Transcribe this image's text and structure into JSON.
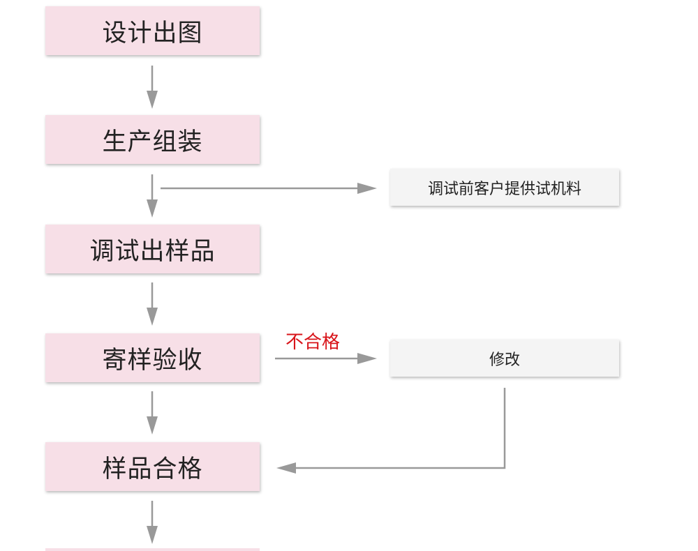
{
  "flow": {
    "steps": [
      "设计出图",
      "生产组装",
      "调试出样品",
      "寄样验收",
      "样品合格"
    ],
    "side_trial_material": "调试前客户提供试机料",
    "side_modify": "修改",
    "fail_label": "不合格"
  },
  "colors": {
    "step_fill": "#f7dfe7",
    "side_fill": "#f4f4f4",
    "arrow": "#999999",
    "fail_text": "#d8141a"
  }
}
